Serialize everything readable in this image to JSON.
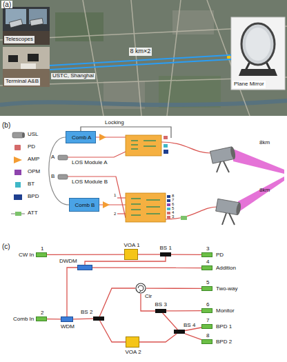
{
  "diagram": {
    "nodes": [
      {
        "text": [
          "Telescopes"
        ]
      },
      {
        "text": [
          "Terminal A&B"
        ]
      },
      {
        "text": [
          "Plane Mirror"
        ]
      },
      {
        "text": [
          "Comb A"
        ]
      },
      {
        "text": [
          "Comb B"
        ]
      },
      {
        "text": [
          "1",
          "CW In"
        ]
      },
      {
        "text": [
          "VOA 1"
        ]
      },
      {
        "text": [
          "BS 1"
        ]
      },
      {
        "text": [
          "3",
          "PD"
        ]
      },
      {
        "text": [
          "DWDM"
        ]
      },
      {
        "text": [
          "4",
          "Addition"
        ]
      },
      {
        "text": [
          "Cir"
        ]
      },
      {
        "text": [
          "5",
          "Two-way"
        ]
      },
      {
        "text": [
          "6",
          "Monitor"
        ]
      },
      {
        "text": [
          "2",
          "Comb In"
        ]
      },
      {
        "text": [
          "WDM"
        ]
      },
      {
        "text": [
          "BS 2"
        ]
      },
      {
        "text": [
          "BS 3"
        ]
      },
      {
        "text": [
          "BS 4"
        ]
      },
      {
        "text": [
          "7",
          "BPD 1"
        ]
      },
      {
        "text": [
          "VOA 2"
        ]
      },
      {
        "text": [
          "8",
          "BPD 2"
        ]
      }
    ],
    "edges": [
      {
        "from": 1,
        "to": 2,
        "arrow": "none",
        "label": "8 km×2"
      },
      {
        "from": 5,
        "to": 6,
        "arrow": "none"
      },
      {
        "from": 6,
        "to": 7,
        "arrow": "none"
      },
      {
        "from": 7,
        "to": 8,
        "arrow": "none"
      },
      {
        "from": 7,
        "to": 9,
        "arrow": "none"
      },
      {
        "from": 9,
        "to": 10,
        "arrow": "none"
      },
      {
        "from": 14,
        "to": 15,
        "arrow": "none"
      },
      {
        "from": 15,
        "to": 9,
        "arrow": "none"
      },
      {
        "from": 15,
        "to": 16,
        "arrow": "none"
      },
      {
        "from": 16,
        "to": 11,
        "arrow": "none"
      },
      {
        "from": 16,
        "to": 20,
        "arrow": "none"
      },
      {
        "from": 11,
        "to": 12,
        "arrow": "none"
      },
      {
        "from": 11,
        "to": 17,
        "arrow": "none"
      },
      {
        "from": 17,
        "to": 13,
        "arrow": "none"
      },
      {
        "from": 17,
        "to": 18,
        "arrow": "none"
      },
      {
        "from": 20,
        "to": 18,
        "arrow": "none"
      },
      {
        "from": 18,
        "to": 19,
        "arrow": "none"
      },
      {
        "from": 18,
        "to": 21,
        "arrow": "none"
      }
    ],
    "labels": [
      "(a)",
      "USTC, Shanghai",
      "(b)",
      "Locking",
      "A",
      "LOS Module A",
      "B",
      "LOS Module B",
      "8km",
      "8km",
      "1",
      "2",
      "8",
      "7",
      "6",
      "5",
      "4",
      "3",
      "(c)"
    ],
    "legend": [
      {
        "text": "USL"
      },
      {
        "text": "PD"
      },
      {
        "text": "AMP"
      },
      {
        "text": "OPM"
      },
      {
        "text": "BT"
      },
      {
        "text": "BPD"
      },
      {
        "text": "ATT"
      }
    ]
  }
}
